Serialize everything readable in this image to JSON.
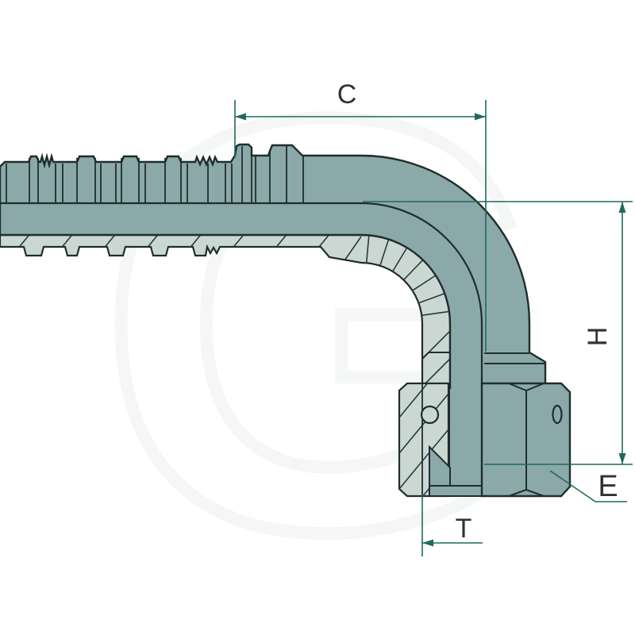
{
  "drawing": {
    "kind": "technical-section-drawing",
    "subject": "90-degree elbow hose fitting with swivel nut, sectional view",
    "dimension_labels": {
      "c": "C",
      "h": "H",
      "e": "E",
      "t": "T"
    },
    "colors": {
      "body": "#8ba9a8",
      "section_cut": "#cbd7d3",
      "outline": "#1f2e2d",
      "dimension_line": "#20695e",
      "label_text": "#323232",
      "watermark": "#dde6e5",
      "background": "#ffffff"
    },
    "watermark_letter": "G"
  }
}
